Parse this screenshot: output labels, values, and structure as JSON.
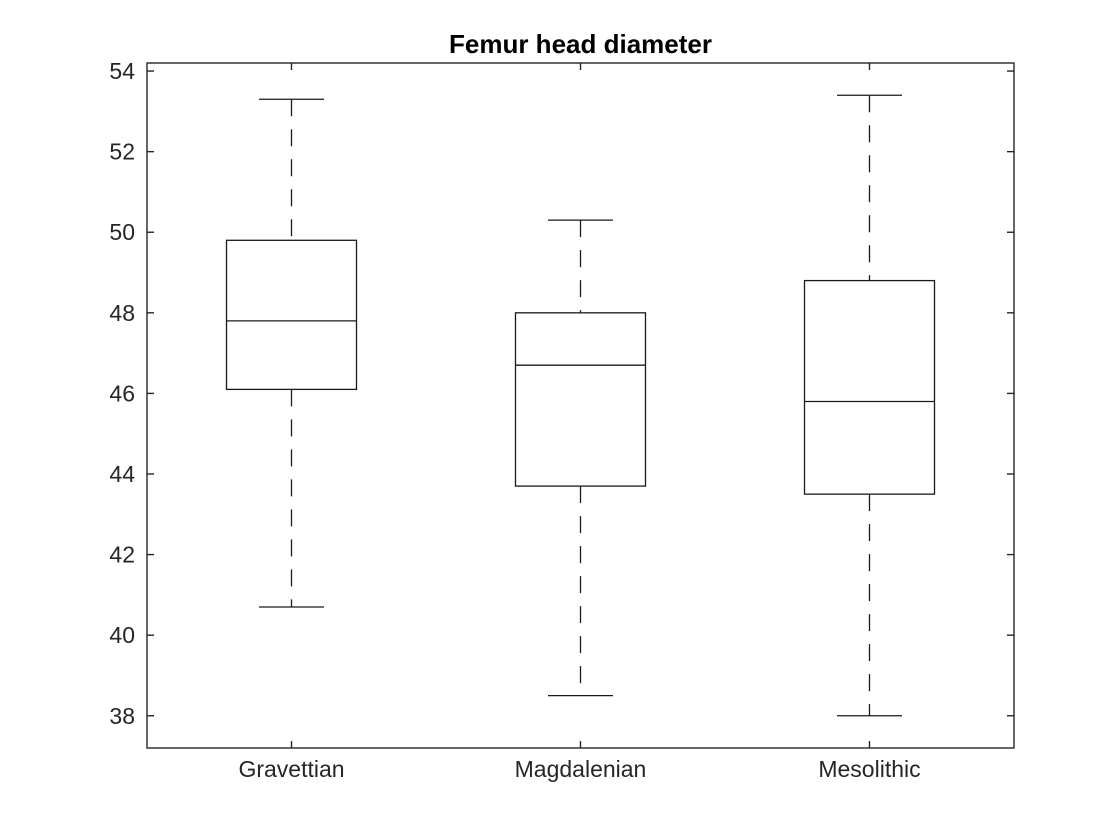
{
  "figure": {
    "background_color": "#ffffff",
    "axis_color": "#262626",
    "line_color": "#1a1a1a",
    "title_color": "#000000"
  },
  "chart_data": {
    "type": "boxplot",
    "title": "Femur head diameter",
    "xlabel": "",
    "ylabel": "",
    "categories": [
      "Gravettian",
      "Magdalenian",
      "Mesolithic"
    ],
    "series": [
      {
        "name": "Gravettian",
        "whisker_low": 40.7,
        "q1": 46.1,
        "median": 47.8,
        "q3": 49.8,
        "whisker_high": 53.3
      },
      {
        "name": "Magdalenian",
        "whisker_low": 38.5,
        "q1": 43.7,
        "median": 46.7,
        "q3": 48.0,
        "whisker_high": 50.3
      },
      {
        "name": "Mesolithic",
        "whisker_low": 38.0,
        "q1": 43.5,
        "median": 45.8,
        "q3": 48.8,
        "whisker_high": 53.4
      }
    ],
    "yticks": [
      38,
      40,
      42,
      44,
      46,
      48,
      50,
      52,
      54
    ],
    "ylim": [
      37.2,
      54.2
    ],
    "grid": false,
    "legend": null,
    "whisker_style": "dashed",
    "box_fill": "none"
  }
}
